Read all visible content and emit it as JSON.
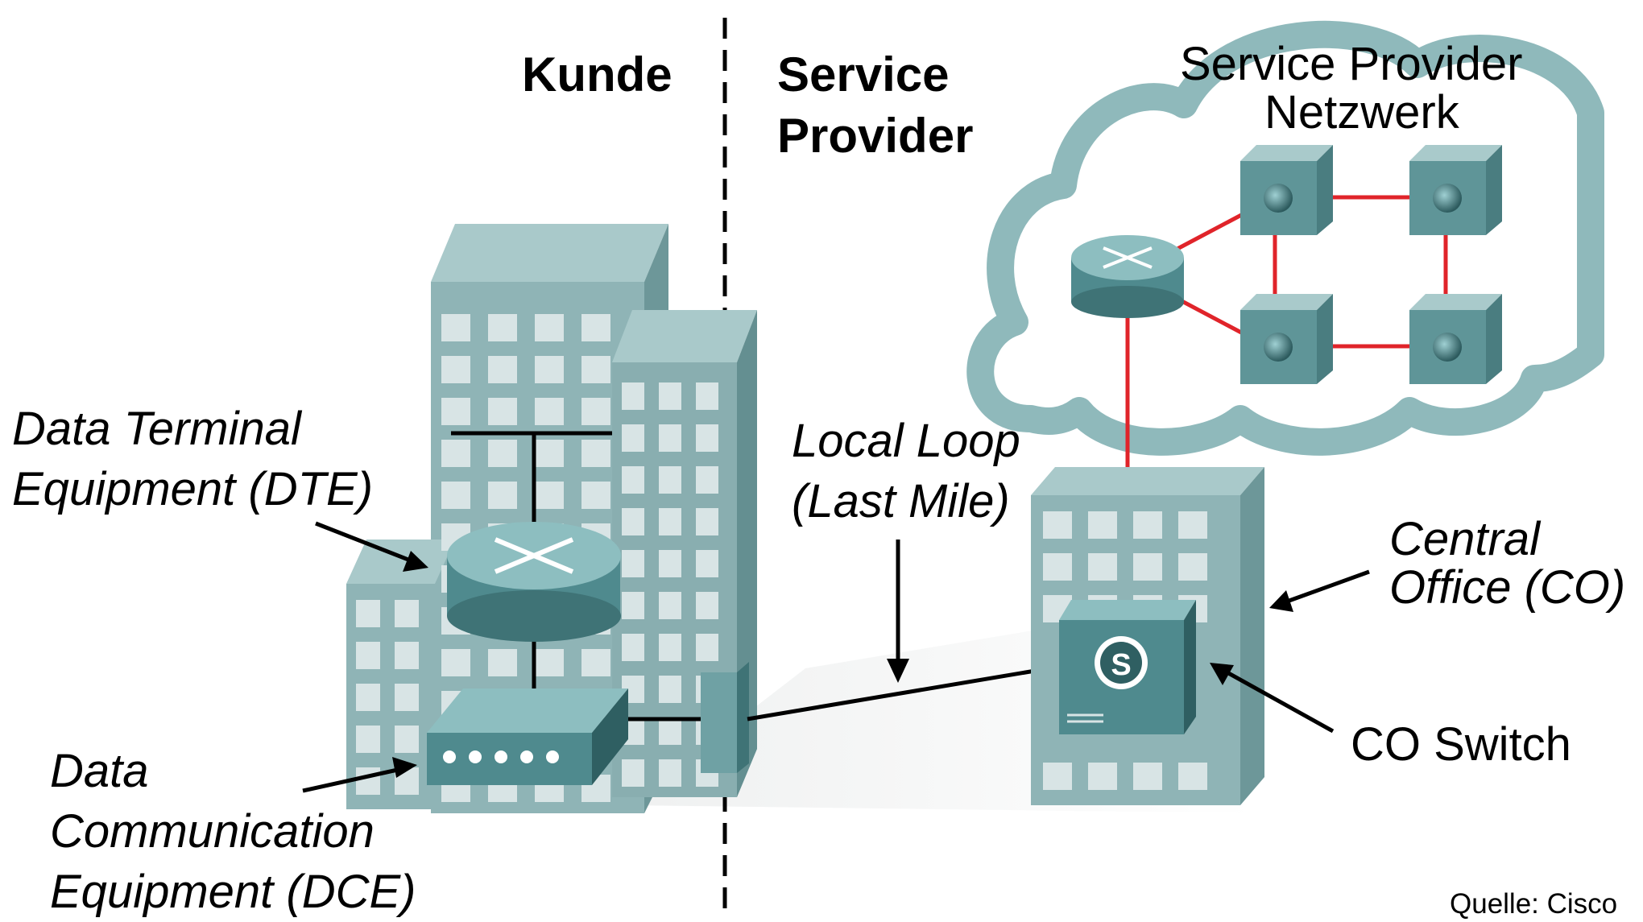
{
  "labels": {
    "customer": "Kunde",
    "provider_line1": "Service",
    "provider_line2": "Provider",
    "network_line1": "Service Provider",
    "network_line2": "Netzwerk",
    "dte_line1": "Data Terminal",
    "dte_line2": "Equipment (DTE)",
    "loop_line1": "Local Loop",
    "loop_line2": "(Last Mile)",
    "co_line1": "Central",
    "co_line2": "Office (CO)",
    "coswitch": "CO Switch",
    "dce_line1": "Data",
    "dce_line2": "Communication",
    "dce_line3": "Equipment (DCE)",
    "source": "Quelle: Cisco",
    "switch_symbol": "S"
  },
  "colors": {
    "building": "#8fb4b6",
    "building_dark": "#5f8d90",
    "window": "#d8e4e5",
    "cloud": "#8fb9bb",
    "red_link": "#e0242a",
    "device": "#4f8a8e",
    "device_dark": "#2f5f62"
  },
  "icons": {
    "router": "router-icon",
    "switch": "multilayer-switch-icon",
    "dce": "modem-icon",
    "co_switch": "co-switch-icon",
    "cloud": "cloud-icon"
  }
}
